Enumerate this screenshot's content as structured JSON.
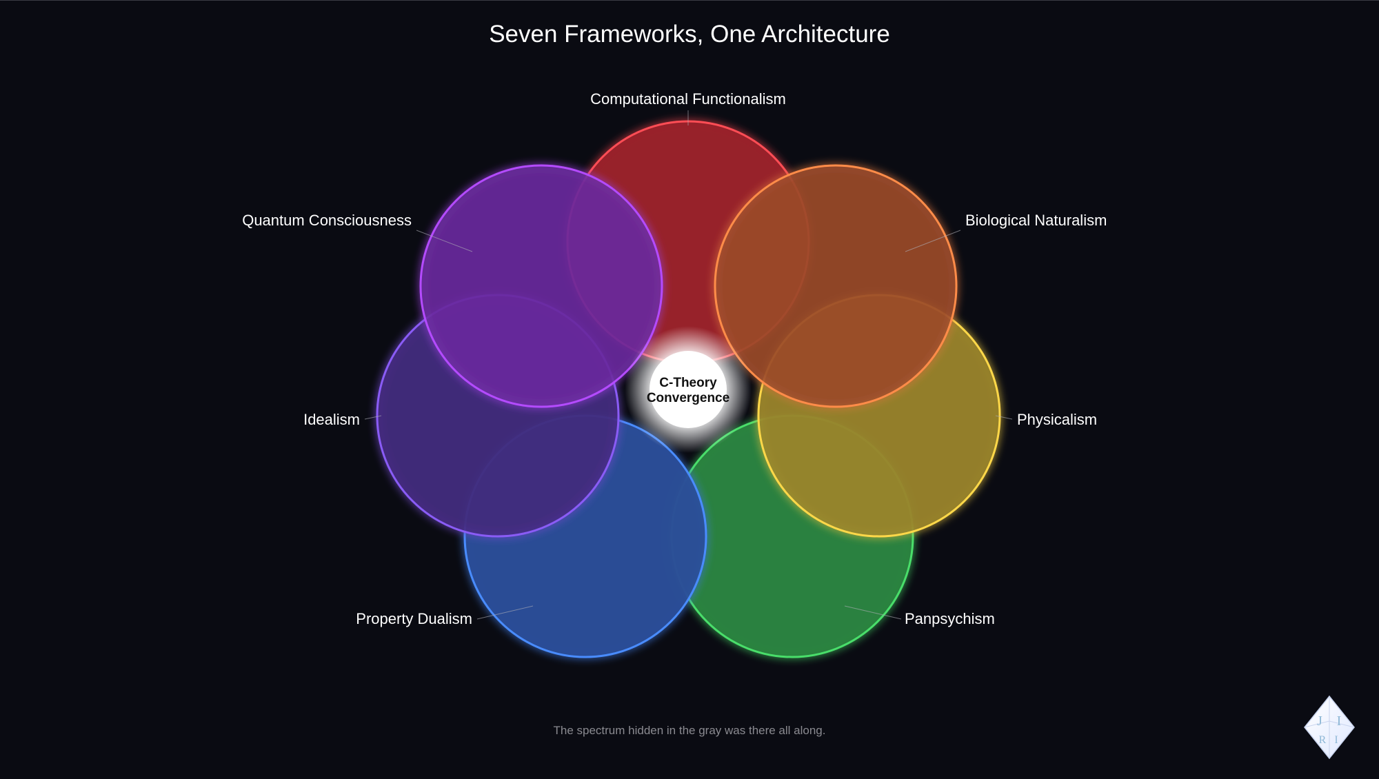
{
  "title": "Seven Frameworks, One Architecture",
  "footer": "The spectrum hidden in the gray was there all along.",
  "center": {
    "line1": "C-Theory",
    "line2": "Convergence"
  },
  "frameworks": [
    {
      "label": "Computational Functionalism",
      "color": "#ff4d55",
      "fill": "#9c222a",
      "icon": "red-circle"
    },
    {
      "label": "Biological Naturalism",
      "color": "#ff8c4a",
      "fill": "#9a4a2a",
      "icon": "orange-circle"
    },
    {
      "label": "Physicalism",
      "color": "#ffd84a",
      "fill": "#9a842a",
      "icon": "yellow-circle"
    },
    {
      "label": "Panpsychism",
      "color": "#4ade6a",
      "fill": "#2a8440",
      "icon": "green-circle"
    },
    {
      "label": "Property Dualism",
      "color": "#4a8cff",
      "fill": "#2a4e98",
      "icon": "blue-circle"
    },
    {
      "label": "Idealism",
      "color": "#8a5cf6",
      "fill": "#432a7e",
      "icon": "indigo-circle"
    },
    {
      "label": "Quantum Consciousness",
      "color": "#b44cff",
      "fill": "#6a2a9c",
      "icon": "violet-circle"
    }
  ],
  "logo": {
    "letters": [
      "J",
      "I",
      "R",
      "I"
    ],
    "icon": "diamond-logo-icon"
  }
}
